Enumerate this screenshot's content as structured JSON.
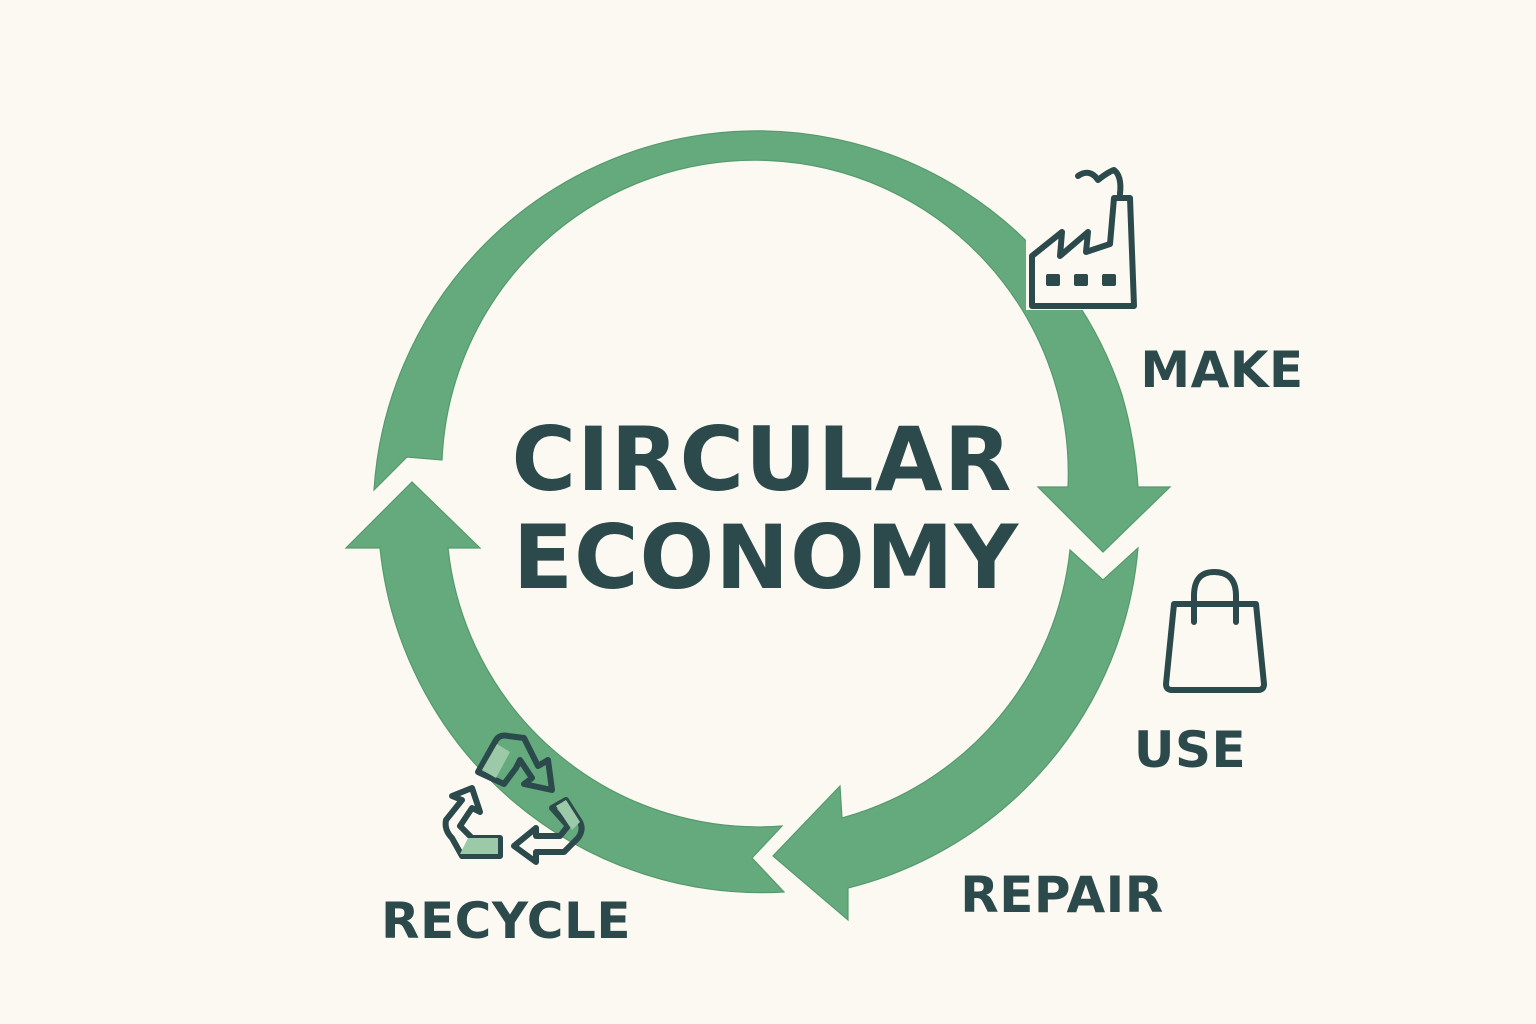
{
  "diagram": {
    "title_line1": "CIRCULAR",
    "title_line2": "ECONOMY",
    "colors": {
      "background": "#fcf9f2",
      "ring": "#64aa7d",
      "text": "#2c4a4c",
      "icon_accent": "#9ccaa8"
    },
    "flow_direction": "clockwise",
    "stages": [
      {
        "id": "make",
        "label": "MAKE",
        "icon": "factory-icon"
      },
      {
        "id": "use",
        "label": "USE",
        "icon": "shopping-bag-icon"
      },
      {
        "id": "repair",
        "label": "REPAIR",
        "icon": null
      },
      {
        "id": "recycle",
        "label": "RECYCLE",
        "icon": "recycle-icon"
      }
    ]
  }
}
